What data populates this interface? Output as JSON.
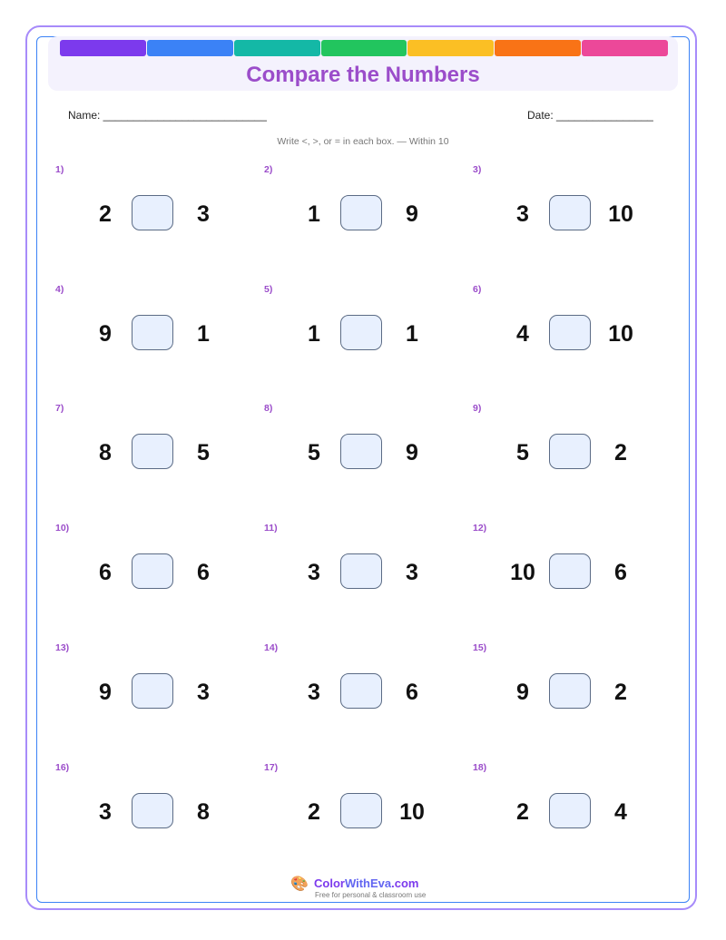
{
  "header": {
    "color_bar": [
      "#7c3aed",
      "#3b82f6",
      "#14b8a6",
      "#22c55e",
      "#fbbf24",
      "#f97316",
      "#ec4899"
    ],
    "title": "Compare the Numbers"
  },
  "fields": {
    "name": "Name: ___________________________",
    "date": "Date: ________________"
  },
  "instructions": "Write <, >, or = in each box. — Within 10",
  "problems": [
    {
      "label": "1)",
      "left": "2",
      "right": "3"
    },
    {
      "label": "2)",
      "left": "1",
      "right": "9"
    },
    {
      "label": "3)",
      "left": "3",
      "right": "10"
    },
    {
      "label": "4)",
      "left": "9",
      "right": "1"
    },
    {
      "label": "5)",
      "left": "1",
      "right": "1"
    },
    {
      "label": "6)",
      "left": "4",
      "right": "10"
    },
    {
      "label": "7)",
      "left": "8",
      "right": "5"
    },
    {
      "label": "8)",
      "left": "5",
      "right": "9"
    },
    {
      "label": "9)",
      "left": "5",
      "right": "2"
    },
    {
      "label": "10)",
      "left": "6",
      "right": "6"
    },
    {
      "label": "11)",
      "left": "3",
      "right": "3"
    },
    {
      "label": "12)",
      "left": "10",
      "right": "6"
    },
    {
      "label": "13)",
      "left": "9",
      "right": "3"
    },
    {
      "label": "14)",
      "left": "3",
      "right": "6"
    },
    {
      "label": "15)",
      "left": "9",
      "right": "2"
    },
    {
      "label": "16)",
      "left": "3",
      "right": "8"
    },
    {
      "label": "17)",
      "left": "2",
      "right": "10"
    },
    {
      "label": "18)",
      "left": "2",
      "right": "4"
    }
  ],
  "footer": {
    "icon": "palette-icon",
    "brand_part1": "Color",
    "brand_part2": "WithEva",
    "brand_part3": ".com",
    "tagline": "Free for personal & classroom use"
  }
}
